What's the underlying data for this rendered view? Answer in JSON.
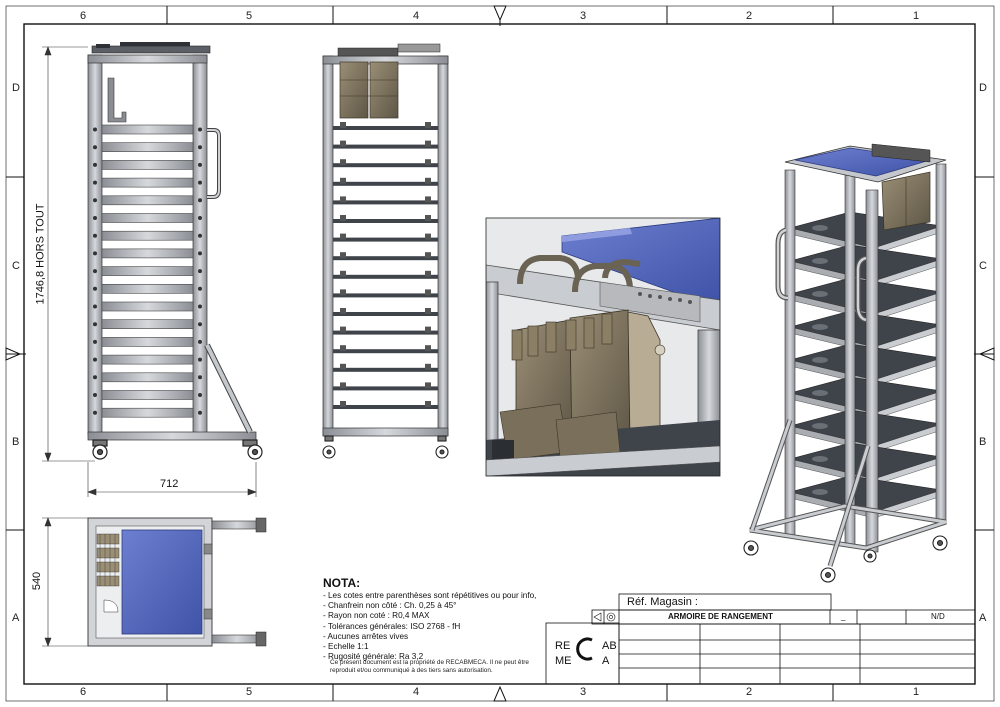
{
  "zones": {
    "columns": [
      "6",
      "5",
      "4",
      "3",
      "2",
      "1"
    ],
    "rows": [
      "D",
      "C",
      "B",
      "A"
    ]
  },
  "dimensions": {
    "height": "1746,8 HORS TOUT",
    "width": "712",
    "depth": "540"
  },
  "nota": {
    "title": "NOTA:",
    "items": [
      "- Les cotes entre parenthèses sont répétitives ou pour info,",
      "- Chanfrein non côté : Ch. 0,25 à 45°",
      "- Rayon non coté : R0,4 MAX",
      "- Tolérances générales: ISO 2768 - fH",
      "- Aucunes arrêtes vives",
      "- Echelle 1:1",
      "- Rugosité générale: Ra 3,2"
    ],
    "footer": "Ce présent document est la propriété de RECABMECA. Il ne peut être reproduit et/ou communiqué à des tiers sans autorisation."
  },
  "title_block": {
    "ref_label": "Réf. Magasin :",
    "title": "ARMOIRE DE RANGEMENT",
    "dash": "_",
    "revision": "N/D",
    "logo_letters": [
      "RE",
      "AB",
      "ME",
      "A"
    ],
    "logo_center": "C"
  },
  "colors": {
    "panel_blue": "#4f63b8",
    "panel_blue_light": "#6d7fcf",
    "frame_gray": "#b9bcc2",
    "frame_dark": "#6e7278",
    "bracket_brown": "#7a6f5a",
    "bracket_light": "#b8ac94",
    "shelf_dark": "#3f434a"
  }
}
